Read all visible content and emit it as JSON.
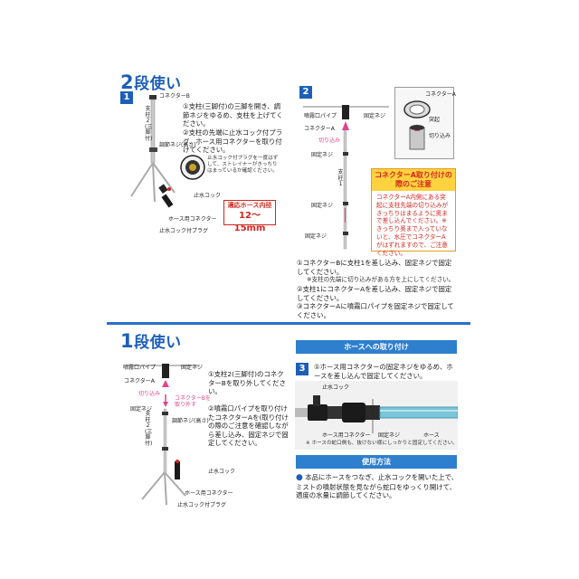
{
  "top": {
    "title_num": "2",
    "title_text": "段使い",
    "step1": {
      "num": "1",
      "connector_b": "コネクターB",
      "support2": "支柱2(三脚付)",
      "adjust_screw": "調節ネジ(高さ)",
      "stopcock": "止水コック",
      "hose_connector": "ホース用コネクター",
      "stopcock_plug": "止水コック付プラグ",
      "plug_callout": "止水コック付プラグを一度はずして、ストレイナーがきっちりはまっているか確認ください。",
      "instr1": "①支柱(三脚付)の三脚を開き、調節ネジをゆるめ、支柱を上げてください。",
      "instr2": "②支柱の先端に止水コック付プラグ、ホース用コネクターを取り付けてください。",
      "hose_title": "適応ホース内径",
      "hose_size": "12〜15mm"
    },
    "step2": {
      "num": "2",
      "nozzle_pipe": "噴霧口パイプ",
      "fix_screw": "固定ネジ",
      "connector_a": "コネクターA",
      "notch": "切り込み",
      "fix_screw2": "固定ネジ",
      "support1": "支柱1",
      "fix_screw3": "固定ネジ",
      "fix_screw4": "固定ネジ",
      "zoom_connector_a": "コネクターA",
      "zoom_protrusion": "突起",
      "zoom_notch": "切り込み",
      "caution_title": "コネクターA取り付けの際のご注意",
      "caution_body": "コネクターA内側にある突起に支柱先端の切り込みがきっちりはまるように奥まで差し込んでください。※きっちり奥まで入っていないと、水圧でコネクターAがはずれますので、ご注意ください。",
      "instr1": "①コネクターBに支柱1を差し込み、固定ネジで固定してください。",
      "instr1_note": "※支柱の先端に切り込みがある方を上にしてください。",
      "instr2": "②支柱1にコネクターAを差し込み、固定ネジで固定してください。",
      "instr3": "③コネクターAに噴霧口パイプを固定ネジで固定してください。"
    }
  },
  "bottom": {
    "title_num": "1",
    "title_text": "段使い",
    "diagram": {
      "nozzle_pipe": "噴霧口パイプ",
      "fix_screw": "固定ネジ",
      "connector_a": "コネクターA",
      "notch": "切り込み",
      "remove_b": "コネクターBを取り外す",
      "fix_screw2": "固定ネジ",
      "adjust_screw": "調節ネジ(高さ)",
      "support2": "支柱2(三脚付)",
      "stopcock": "止水コック",
      "hose_connector": "ホース用コネクター",
      "stopcock_plug": "止水コック付プラグ"
    },
    "instr1": "①支柱2(三脚付)のコネクターBを取り外してください。",
    "instr2": "②噴霧口パイプを取り付けたコネクターAを(取り付けの際のご注意を確認しながら差し込み、固定ネジで固定してください。",
    "hose_band": "ホースへの取り付け",
    "step3": {
      "num": "3",
      "instr": "①ホース用コネクターの固定ネジをゆるめ、ホースを差し込んで固定してください。",
      "stopcock": "止水コック",
      "hose_connector": "ホース用コネクター",
      "fix_screw": "固定ネジ",
      "hose": "ホース",
      "note": "※ ホースの蛇口側も、抜けない様にしっかりと固定してください。"
    },
    "usage_band": "使用方法",
    "usage_text": "本品にホースをつなぎ、止水コックを開いた上で、ミストの噴射状態を見ながら蛇口をゆっくり開けて、適度の水量に調節してください。"
  },
  "colors": {
    "blue": "#1d5fb8",
    "band_blue": "#2f7fcf",
    "red": "#d2261e",
    "yellow": "#ffd23f",
    "divider": "#2a6fcc"
  }
}
